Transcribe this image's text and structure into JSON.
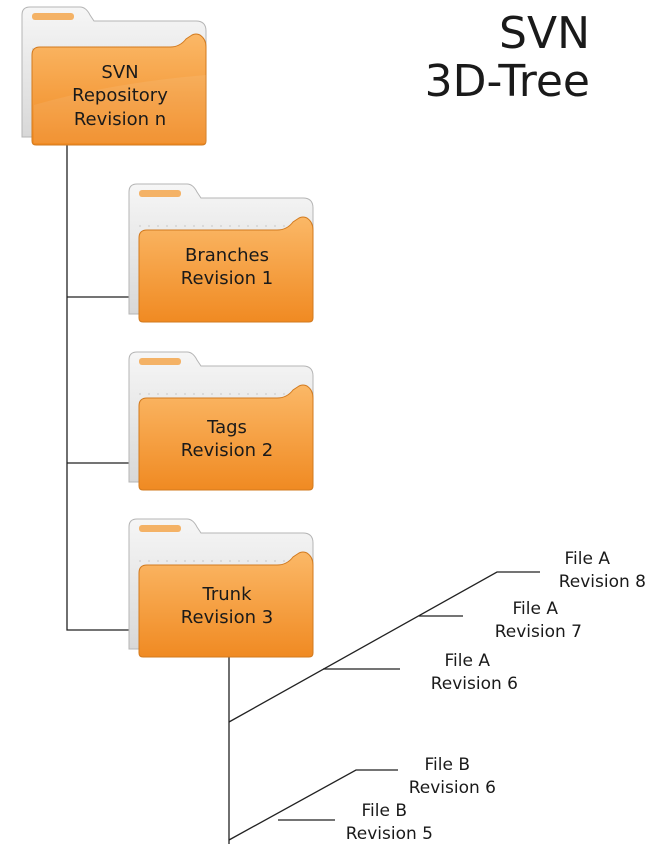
{
  "title": {
    "line1": "SVN",
    "line2": "3D-Tree"
  },
  "folders": {
    "root": {
      "line1": "SVN",
      "line2": "Repository",
      "line3": "Revision n",
      "icon": "folder-icon"
    },
    "branches": {
      "line1": "Branches",
      "line2": "Revision 1",
      "icon": "folder-icon"
    },
    "tags": {
      "line1": "Tags",
      "line2": "Revision 2",
      "icon": "folder-icon"
    },
    "trunk": {
      "line1": "Trunk",
      "line2": "Revision 3",
      "icon": "folder-icon"
    }
  },
  "files": {
    "a8": {
      "name": "File A",
      "revision": "Revision 8"
    },
    "a7": {
      "name": "File A",
      "revision": "Revision 7"
    },
    "a6": {
      "name": "File A",
      "revision": "Revision 6"
    },
    "b6": {
      "name": "File B",
      "revision": "Revision 6"
    },
    "b5": {
      "name": "File B",
      "revision": "Revision 5"
    }
  },
  "colors": {
    "folder_front": "#f7a13e",
    "folder_back": "#e9e9e9",
    "line": "#222222"
  }
}
